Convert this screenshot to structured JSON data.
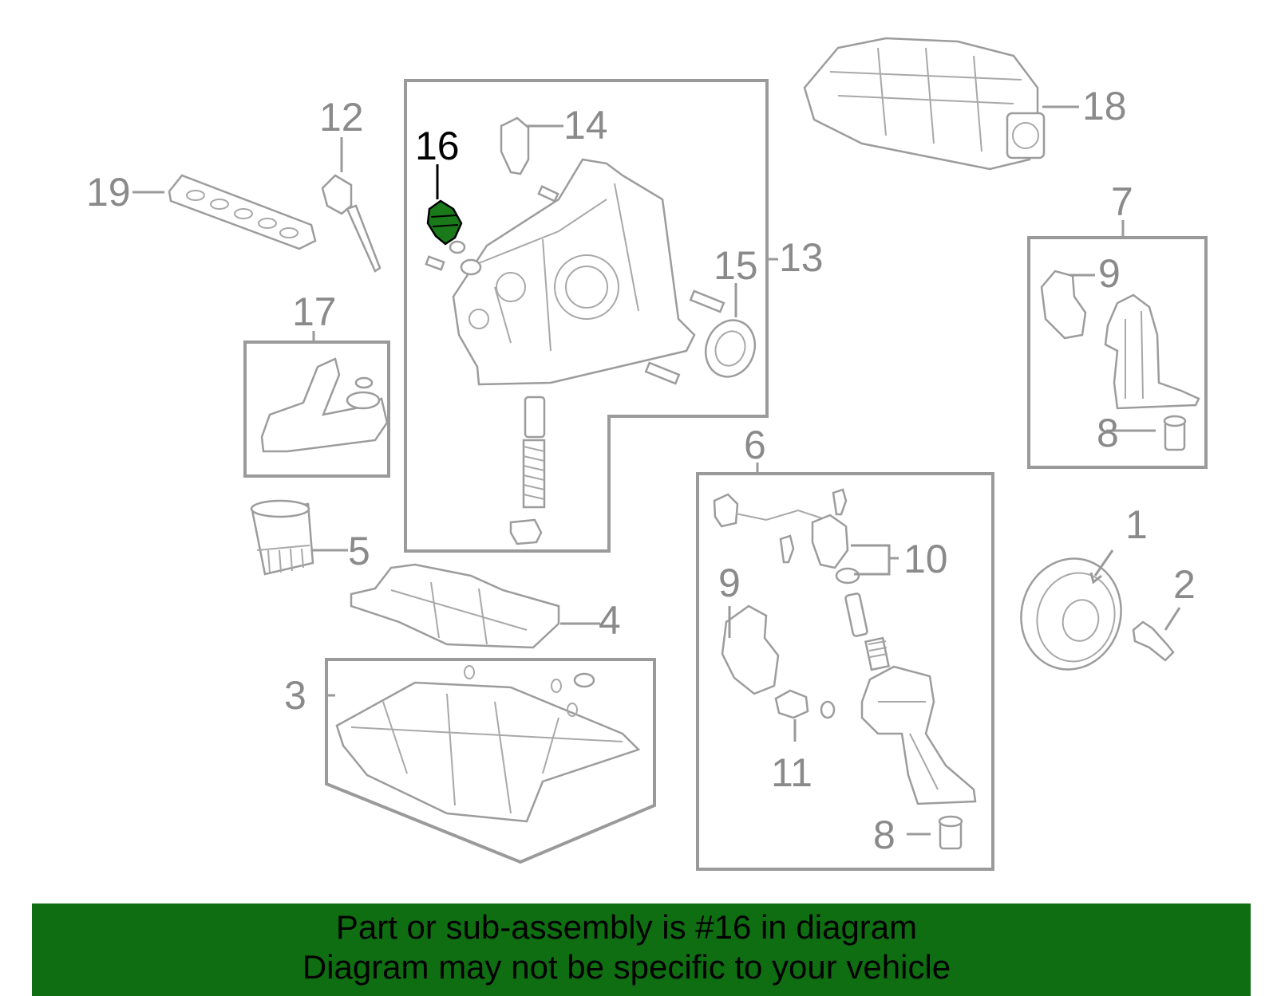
{
  "callouts": {
    "n1": "1",
    "n2": "2",
    "n3": "3",
    "n4": "4",
    "n5": "5",
    "n6": "6",
    "n7": "7",
    "n8a": "8",
    "n8b": "8",
    "n9a": "9",
    "n9b": "9",
    "n10": "10",
    "n11": "11",
    "n12": "12",
    "n13": "13",
    "n14": "14",
    "n15": "15",
    "n16": "16",
    "n17": "17",
    "n18": "18",
    "n19": "19"
  },
  "highlight": {
    "part_number": "16",
    "color": "#1a7a1a",
    "marker_color": "#000000"
  },
  "banner": {
    "line1": "Part or sub-assembly is #16 in diagram",
    "line2": "Diagram may not be specific to your vehicle",
    "background": "#0f6e11"
  },
  "colors": {
    "outline": "#9a9a9a",
    "callout": "#8a8a8a"
  }
}
